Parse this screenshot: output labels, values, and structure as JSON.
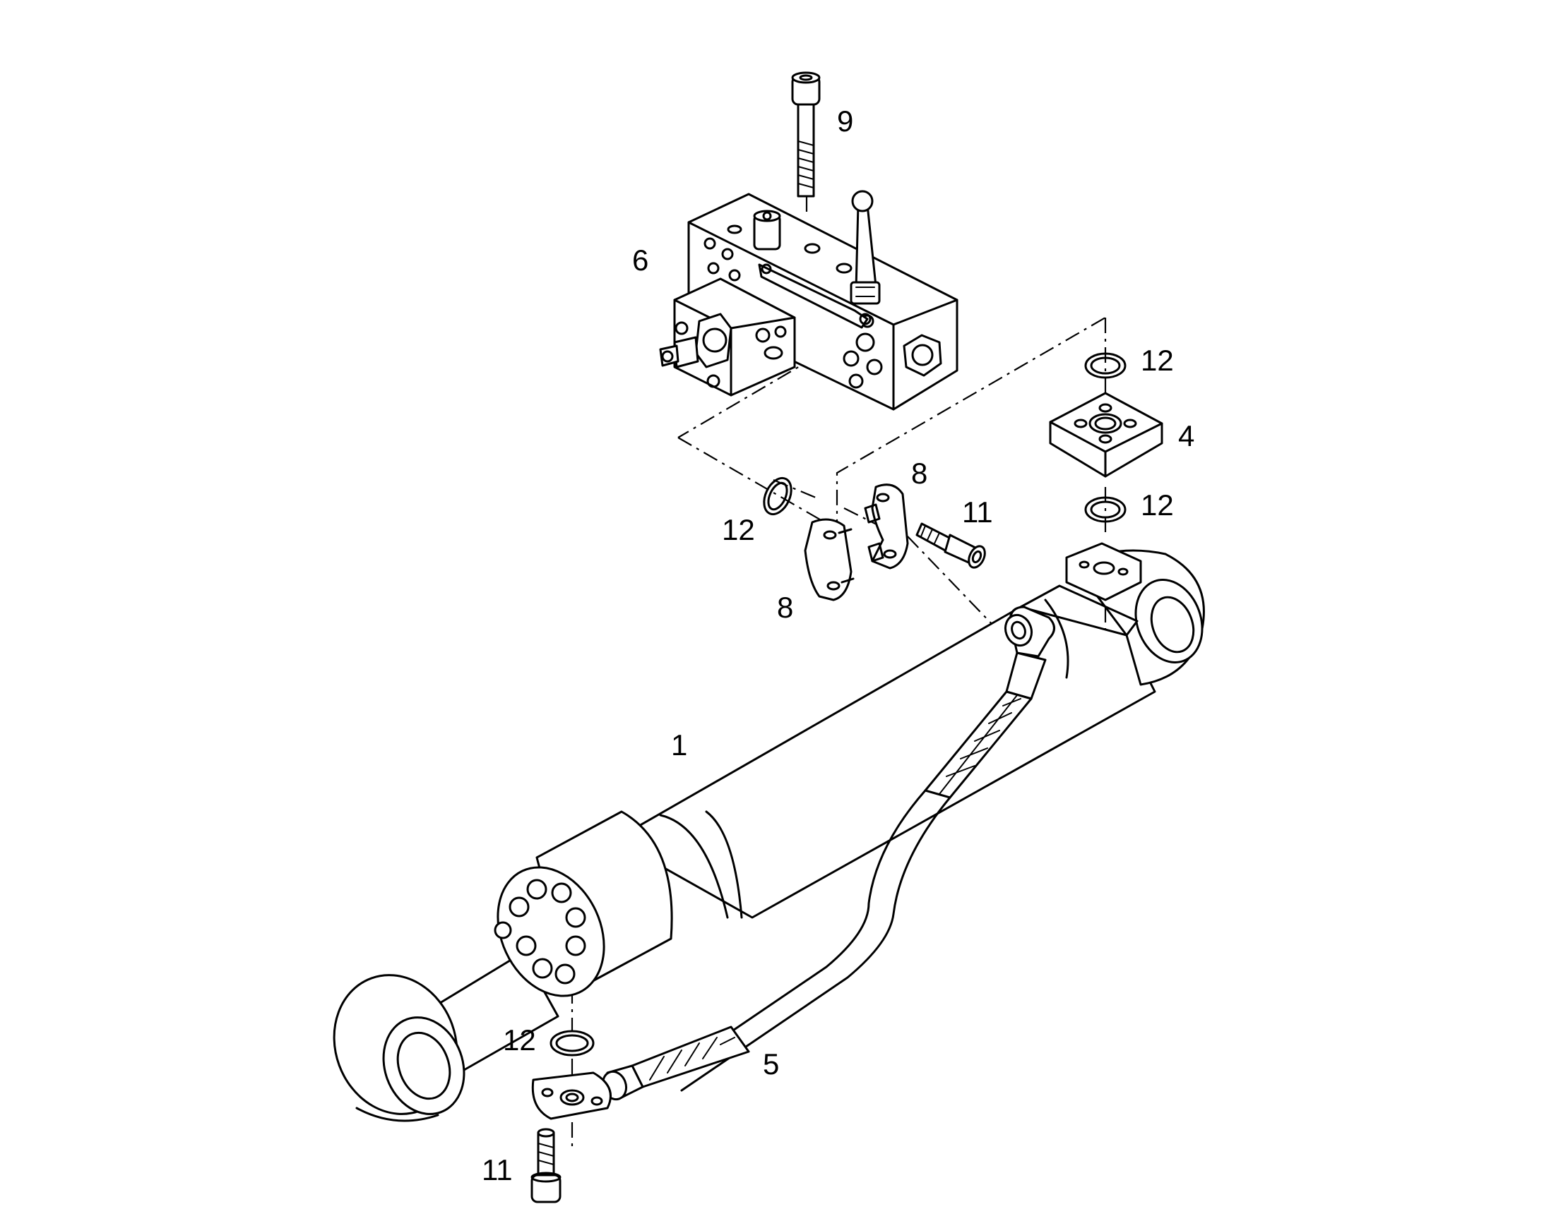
{
  "callouts": {
    "c9": "9",
    "c6": "6",
    "c12_top": "12",
    "c4": "4",
    "c8_top": "8",
    "c11_mid": "11",
    "c12_right": "12",
    "c12_left": "12",
    "c8_bottom": "8",
    "c1": "1",
    "c12_bottom": "12",
    "c5": "5",
    "c11_bottom": "11"
  }
}
